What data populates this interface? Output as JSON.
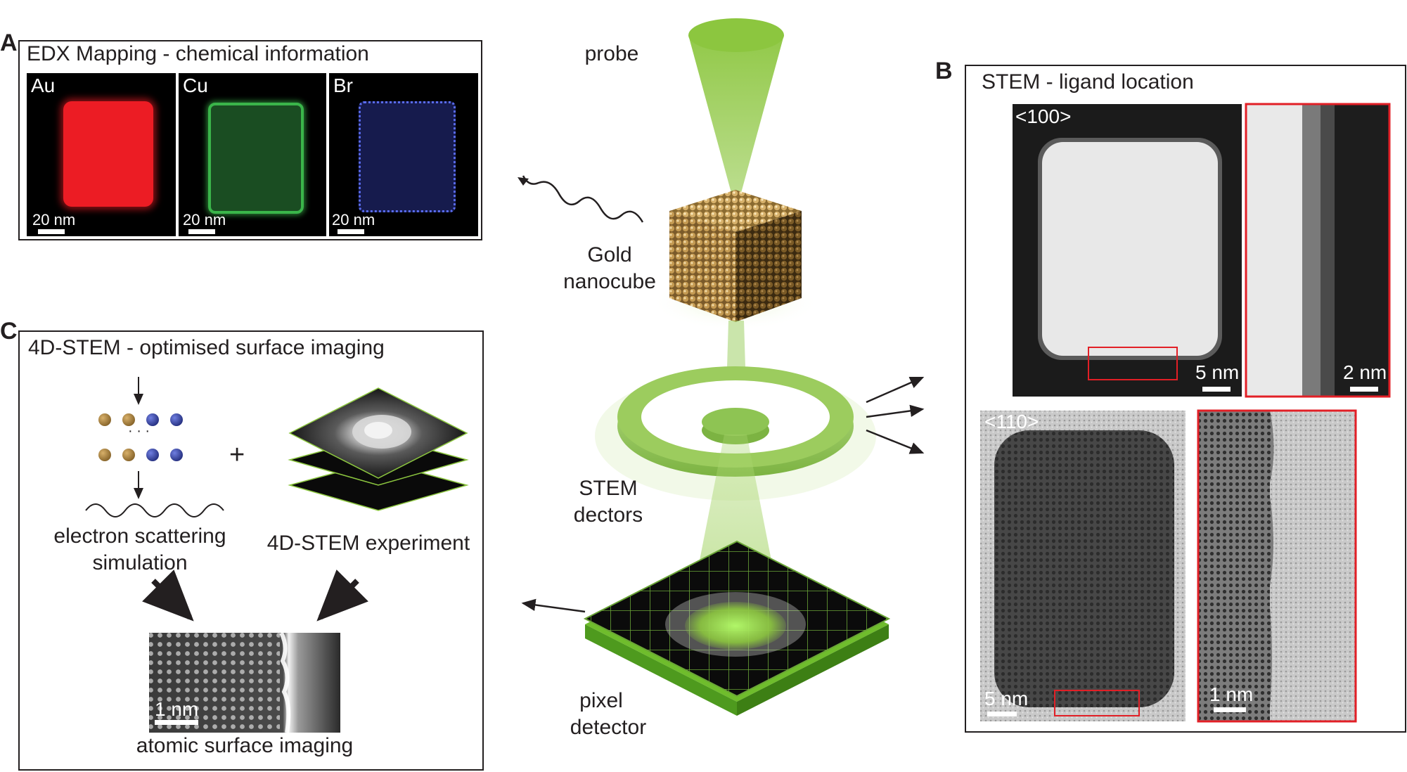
{
  "panels": {
    "A": {
      "letter": "A",
      "title": "EDX Mapping - chemical information",
      "tiles": [
        {
          "label": "Au",
          "scale": "20 nm",
          "color": "#e8191f"
        },
        {
          "label": "Cu",
          "scale": "20 nm",
          "color": "#2e9a3a"
        },
        {
          "label": "Br",
          "scale": "20 nm",
          "color": "#3b4dd6"
        }
      ]
    },
    "B": {
      "letter": "B",
      "title": "STEM - ligand location",
      "top_orientation": "<100>",
      "top_scale": "5 nm",
      "top_zoom_scale": "2 nm",
      "bottom_orientation": "<110>",
      "bottom_scale": "5 nm",
      "bottom_zoom_scale": "1 nm",
      "highlight_color": "#e21f26"
    },
    "C": {
      "letter": "C",
      "title": "4D-STEM - optimised surface imaging",
      "simulation_label_1": "electron scattering",
      "simulation_label_2": "simulation",
      "experiment_label": "4D-STEM experiment",
      "plus": "+",
      "dots": "· · ·",
      "result_scale": "1 nm",
      "result_label": "atomic surface imaging",
      "atom_colors": [
        "#8a6420",
        "#8a6420",
        "#1a2a8a",
        "#1a2a8a"
      ]
    }
  },
  "center": {
    "probe": "probe",
    "nanocube_1": "Gold",
    "nanocube_2": "nanocube",
    "detectors_1": "STEM",
    "detectors_2": "dectors",
    "pixel_1": "pixel",
    "pixel_2": "detector",
    "beam_color": "#8cc63f"
  }
}
